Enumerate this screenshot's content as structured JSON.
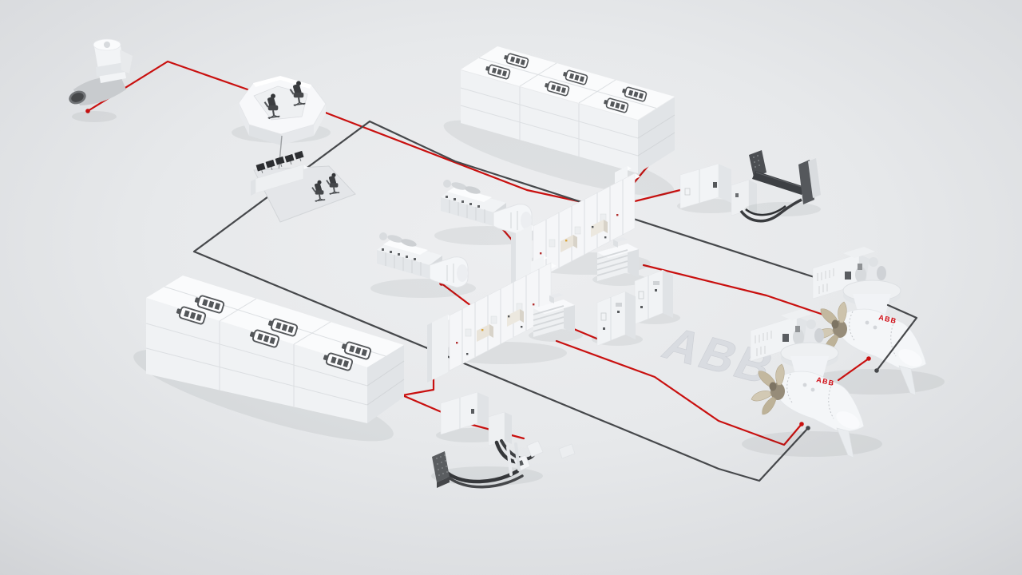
{
  "watermark": {
    "text": "ABB"
  },
  "azipods": {
    "brand": "ABB"
  },
  "colors": {
    "power_line": "#c9100f",
    "signal_line": "#46484b",
    "floor": "#e9eaec",
    "floor_edge": "#d4d6d9",
    "equipment_white": "#f4f5f7",
    "abb_red": "#cf0a12"
  },
  "battery_icon": {
    "bars": 3
  },
  "components": [
    {
      "id": "bow-thruster"
    },
    {
      "id": "bridge-console"
    },
    {
      "id": "operator-workstation"
    },
    {
      "id": "battery-bank-aft"
    },
    {
      "id": "battery-bank-forward"
    },
    {
      "id": "generator-set-1"
    },
    {
      "id": "generator-set-2"
    },
    {
      "id": "main-switchboard-upper"
    },
    {
      "id": "main-switchboard-lower"
    },
    {
      "id": "transformer-1"
    },
    {
      "id": "transformer-2"
    },
    {
      "id": "drive-cabinet-1"
    },
    {
      "id": "drive-cabinet-2"
    },
    {
      "id": "thruster-drive-cabinet"
    },
    {
      "id": "charging-connector-frame"
    },
    {
      "id": "shore-connection-drive"
    },
    {
      "id": "shore-connection-cables"
    },
    {
      "id": "azipod-thruster-1"
    },
    {
      "id": "azipod-thruster-2"
    }
  ],
  "lines": {
    "power": [
      {
        "id": "power-bow-thruster-feed",
        "points": [
          [
            110,
            139
          ],
          [
            210,
            77
          ],
          [
            310,
            112
          ],
          [
            405,
            140
          ],
          [
            660,
            238
          ],
          [
            770,
            262
          ]
        ],
        "dots": [
          [
            110,
            139
          ]
        ]
      },
      {
        "id": "power-battery-aft-feed",
        "points": [
          [
            798,
            188
          ],
          [
            818,
            200
          ],
          [
            779,
            247
          ]
        ],
        "dots": []
      },
      {
        "id": "power-thruster-drive-feed",
        "points": [
          [
            860,
            236
          ],
          [
            787,
            254
          ]
        ],
        "dots": []
      },
      {
        "id": "power-generator-1-feed",
        "points": [
          [
            627,
            284
          ],
          [
            676,
            341
          ]
        ],
        "dots": [
          [
            627,
            284
          ]
        ]
      },
      {
        "id": "power-generator-2-feed",
        "points": [
          [
            553,
            355
          ],
          [
            602,
            392
          ]
        ],
        "dots": [
          [
            553,
            355
          ]
        ]
      },
      {
        "id": "power-battery-forward-feed",
        "points": [
          [
            461,
            514
          ],
          [
            504,
            495
          ],
          [
            543,
            488
          ],
          [
            543,
            452
          ]
        ],
        "dots": [
          [
            461,
            514
          ]
        ]
      },
      {
        "id": "power-azipod-2-feed",
        "points": [
          [
            697,
            427
          ],
          [
            820,
            472
          ],
          [
            900,
            527
          ],
          [
            982,
            557
          ],
          [
            1004,
            531
          ]
        ],
        "dots": [
          [
            1004,
            531
          ]
        ]
      },
      {
        "id": "power-azipod-1-feed",
        "points": [
          [
            806,
            332
          ],
          [
            960,
            370
          ],
          [
            1040,
            397
          ]
        ],
        "dots": [
          [
            1040,
            397
          ]
        ]
      },
      {
        "id": "power-drive-jumper",
        "points": [
          [
            690,
            400
          ],
          [
            757,
            428
          ]
        ],
        "dots": []
      },
      {
        "id": "power-shore-feed",
        "points": [
          [
            504,
            495
          ],
          [
            588,
            531
          ],
          [
            656,
            549
          ]
        ],
        "dots": []
      }
    ],
    "signal": [
      {
        "id": "signal-loop-port",
        "points": [
          [
            463,
            152
          ],
          [
            243,
            315
          ],
          [
            900,
            587
          ],
          [
            951,
            602
          ],
          [
            1012,
            536
          ]
        ],
        "dots": [
          [
            1012,
            536
          ]
        ]
      },
      {
        "id": "signal-bus-starboard",
        "points": [
          [
            463,
            152
          ],
          [
            570,
            202
          ],
          [
            1026,
            349
          ]
        ],
        "dots": []
      }
    ],
    "front_power": [
      {
        "id": "power-azipod-1-stub",
        "points": [
          [
            1050,
            476
          ],
          [
            1088,
            449
          ]
        ],
        "dots": [
          [
            1088,
            449
          ]
        ]
      }
    ],
    "front_signal": [
      {
        "id": "signal-azipod-1-stub",
        "points": [
          [
            1112,
            382
          ],
          [
            1148,
            398
          ],
          [
            1098,
            464
          ]
        ],
        "dots": [
          [
            1098,
            464
          ]
        ]
      }
    ]
  }
}
